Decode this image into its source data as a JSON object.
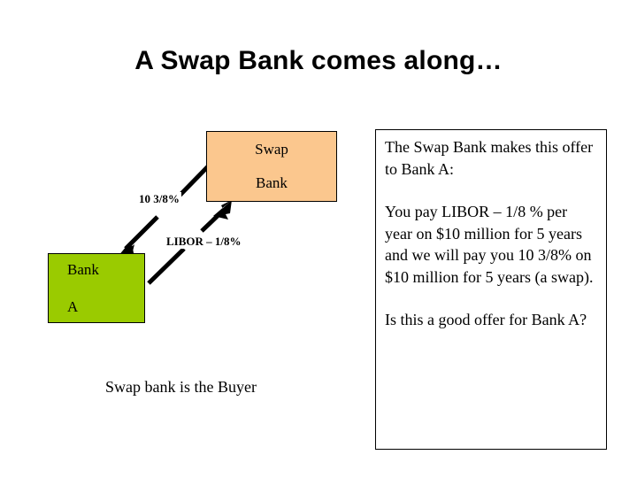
{
  "slide": {
    "title": "A Swap Bank comes along…",
    "background_color": "#FFFFFF"
  },
  "diagram": {
    "swap_bank_node": {
      "line1": "Swap",
      "line2": "Bank",
      "fill_color": "#FBC78E",
      "border_color": "#000000"
    },
    "bank_a_node": {
      "line1": "Bank",
      "line2": "A",
      "fill_color": "#9ACB00",
      "border_color": "#000000"
    },
    "arrows": [
      {
        "name": "fixed-rate-arrow",
        "label": "10 3/8%",
        "direction": "swap-bank-to-bank-a"
      },
      {
        "name": "floating-rate-arrow",
        "label": "LIBOR – 1/8%",
        "direction": "bank-a-to-swap-bank"
      }
    ],
    "caption": "Swap bank is the Buyer"
  },
  "offer_panel": {
    "intro": "The Swap Bank makes this offer to Bank A:",
    "terms": "You pay LIBOR – 1/8 % per year on $10 million for 5 years and we will pay you 10 3/8% on $10 million for 5 years (a swap).",
    "question": "Is this a good offer for Bank A?",
    "border_color": "#000000"
  }
}
